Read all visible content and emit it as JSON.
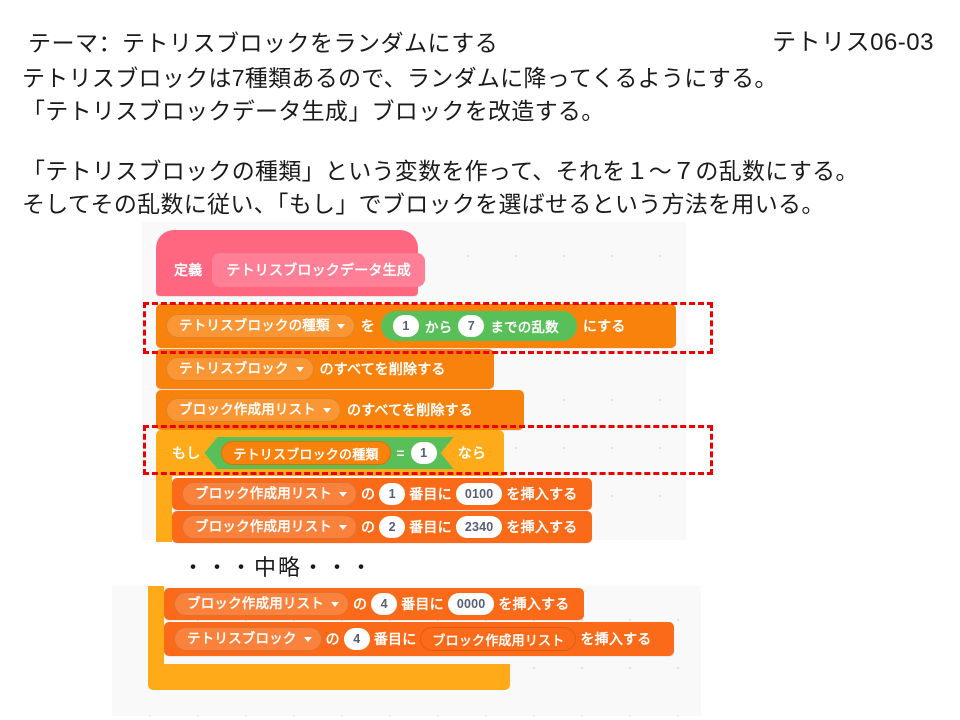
{
  "header": {
    "theme_label": "テーマ：テトリスブロックをランダムにする",
    "slide_number": "テトリス06-03"
  },
  "body": {
    "lines": [
      "テトリスブロックは7種類あるので、ランダムに降ってくるようにする。",
      "「テトリスブロックデータ生成」ブロックを改造する。",
      "",
      "「テトリスブロックの種類」という変数を作って、それを１〜７の乱数にする。",
      "そしてその乱数に従い、「もし」でブロックを選ばせるという方法を用いる。"
    ]
  },
  "omission_label": "・・・中略・・・",
  "colors": {
    "hat_pink": "#ff6680",
    "hat_pill_pink": "#ff8096",
    "data_orange": "#f9820c",
    "list_orange": "#fb6a18",
    "control_amber": "#ffab19",
    "operator_green": "#59c059",
    "highlight_red": "#ee0000",
    "canvas_bg": "#f9f9f9"
  },
  "script_top": {
    "hat": {
      "keyword": "定義",
      "prototype": "テトリスブロックデータ生成"
    },
    "set_random": {
      "variable": "テトリスブロックの種類",
      "label_wo": "を",
      "random": {
        "from": "1",
        "label_kara": "から",
        "to": "7",
        "label_made": "までの乱数"
      },
      "label_nisuru": "にする"
    },
    "delete_all_1": {
      "list": "テトリスブロック",
      "label": "のすべてを削除する"
    },
    "delete_all_2": {
      "list": "ブロック作成用リスト",
      "label": "のすべてを削除する"
    },
    "if_block": {
      "label_moshi": "もし",
      "condition": {
        "left_variable": "テトリスブロックの種類",
        "operator": "=",
        "right_value": "1"
      },
      "label_nara": "なら"
    },
    "insert_rows": [
      {
        "list": "ブロック作成用リスト",
        "label_no": "の",
        "index": "1",
        "label_banme": "番目に",
        "value": "0100",
        "label_insert": "を挿入する"
      },
      {
        "list": "ブロック作成用リスト",
        "label_no": "の",
        "index": "2",
        "label_banme": "番目に",
        "value": "2340",
        "label_insert": "を挿入する"
      }
    ]
  },
  "script_bottom": {
    "rows": [
      {
        "list": "ブロック作成用リスト",
        "label_no": "の",
        "index": "4",
        "label_banme": "番目に",
        "value": "0000",
        "value_is_reporter": false,
        "label_insert": "を挿入する"
      },
      {
        "list": "テトリスブロック",
        "label_no": "の",
        "index": "4",
        "label_banme": "番目に",
        "value": "ブロック作成用リスト",
        "value_is_reporter": true,
        "label_insert": "を挿入する"
      }
    ]
  }
}
